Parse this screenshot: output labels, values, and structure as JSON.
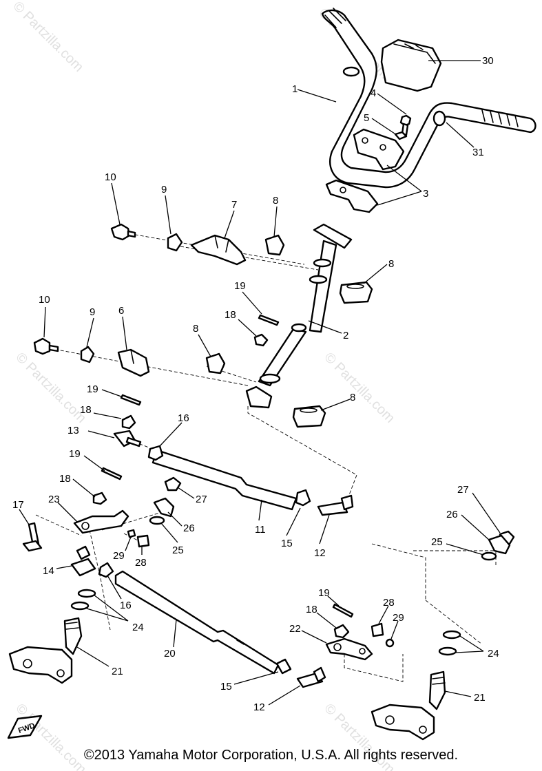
{
  "copyright": "©2013 Yamaha Motor Corporation, U.S.A. All rights reserved.",
  "watermark": "© Partzilla.com",
  "fwd_label": "FWD",
  "callouts": [
    {
      "id": "c30",
      "text": "30"
    },
    {
      "id": "c1",
      "text": "1"
    },
    {
      "id": "c4",
      "text": "4"
    },
    {
      "id": "c5",
      "text": "5"
    },
    {
      "id": "c31",
      "text": "31"
    },
    {
      "id": "c3",
      "text": "3"
    },
    {
      "id": "c10a",
      "text": "10"
    },
    {
      "id": "c9a",
      "text": "9"
    },
    {
      "id": "c7",
      "text": "7"
    },
    {
      "id": "c8a",
      "text": "8"
    },
    {
      "id": "c8b",
      "text": "8"
    },
    {
      "id": "c19a",
      "text": "19"
    },
    {
      "id": "c18a",
      "text": "18"
    },
    {
      "id": "c2",
      "text": "2"
    },
    {
      "id": "c10b",
      "text": "10"
    },
    {
      "id": "c9b",
      "text": "9"
    },
    {
      "id": "c6",
      "text": "6"
    },
    {
      "id": "c8c",
      "text": "8"
    },
    {
      "id": "c8d",
      "text": "8"
    },
    {
      "id": "c19b",
      "text": "19"
    },
    {
      "id": "c18b",
      "text": "18"
    },
    {
      "id": "c16a",
      "text": "16"
    },
    {
      "id": "c13",
      "text": "13"
    },
    {
      "id": "c19c",
      "text": "19"
    },
    {
      "id": "c18c",
      "text": "18"
    },
    {
      "id": "c27a",
      "text": "27"
    },
    {
      "id": "c17",
      "text": "17"
    },
    {
      "id": "c23",
      "text": "23"
    },
    {
      "id": "c26a",
      "text": "26"
    },
    {
      "id": "c11",
      "text": "11"
    },
    {
      "id": "c15a",
      "text": "15"
    },
    {
      "id": "c12a",
      "text": "12"
    },
    {
      "id": "c25a",
      "text": "25"
    },
    {
      "id": "c29a",
      "text": "29"
    },
    {
      "id": "c28a",
      "text": "28"
    },
    {
      "id": "c14",
      "text": "14"
    },
    {
      "id": "c27b",
      "text": "27"
    },
    {
      "id": "c26b",
      "text": "26"
    },
    {
      "id": "c25b",
      "text": "25"
    },
    {
      "id": "c16b",
      "text": "16"
    },
    {
      "id": "c24a",
      "text": "24"
    },
    {
      "id": "c19d",
      "text": "19"
    },
    {
      "id": "c18d",
      "text": "18"
    },
    {
      "id": "c28b",
      "text": "28"
    },
    {
      "id": "c29b",
      "text": "29"
    },
    {
      "id": "c22",
      "text": "22"
    },
    {
      "id": "c20",
      "text": "20"
    },
    {
      "id": "c24b",
      "text": "24"
    },
    {
      "id": "c21a",
      "text": "21"
    },
    {
      "id": "c15b",
      "text": "15"
    },
    {
      "id": "c12b",
      "text": "12"
    },
    {
      "id": "c21b",
      "text": "21"
    }
  ]
}
